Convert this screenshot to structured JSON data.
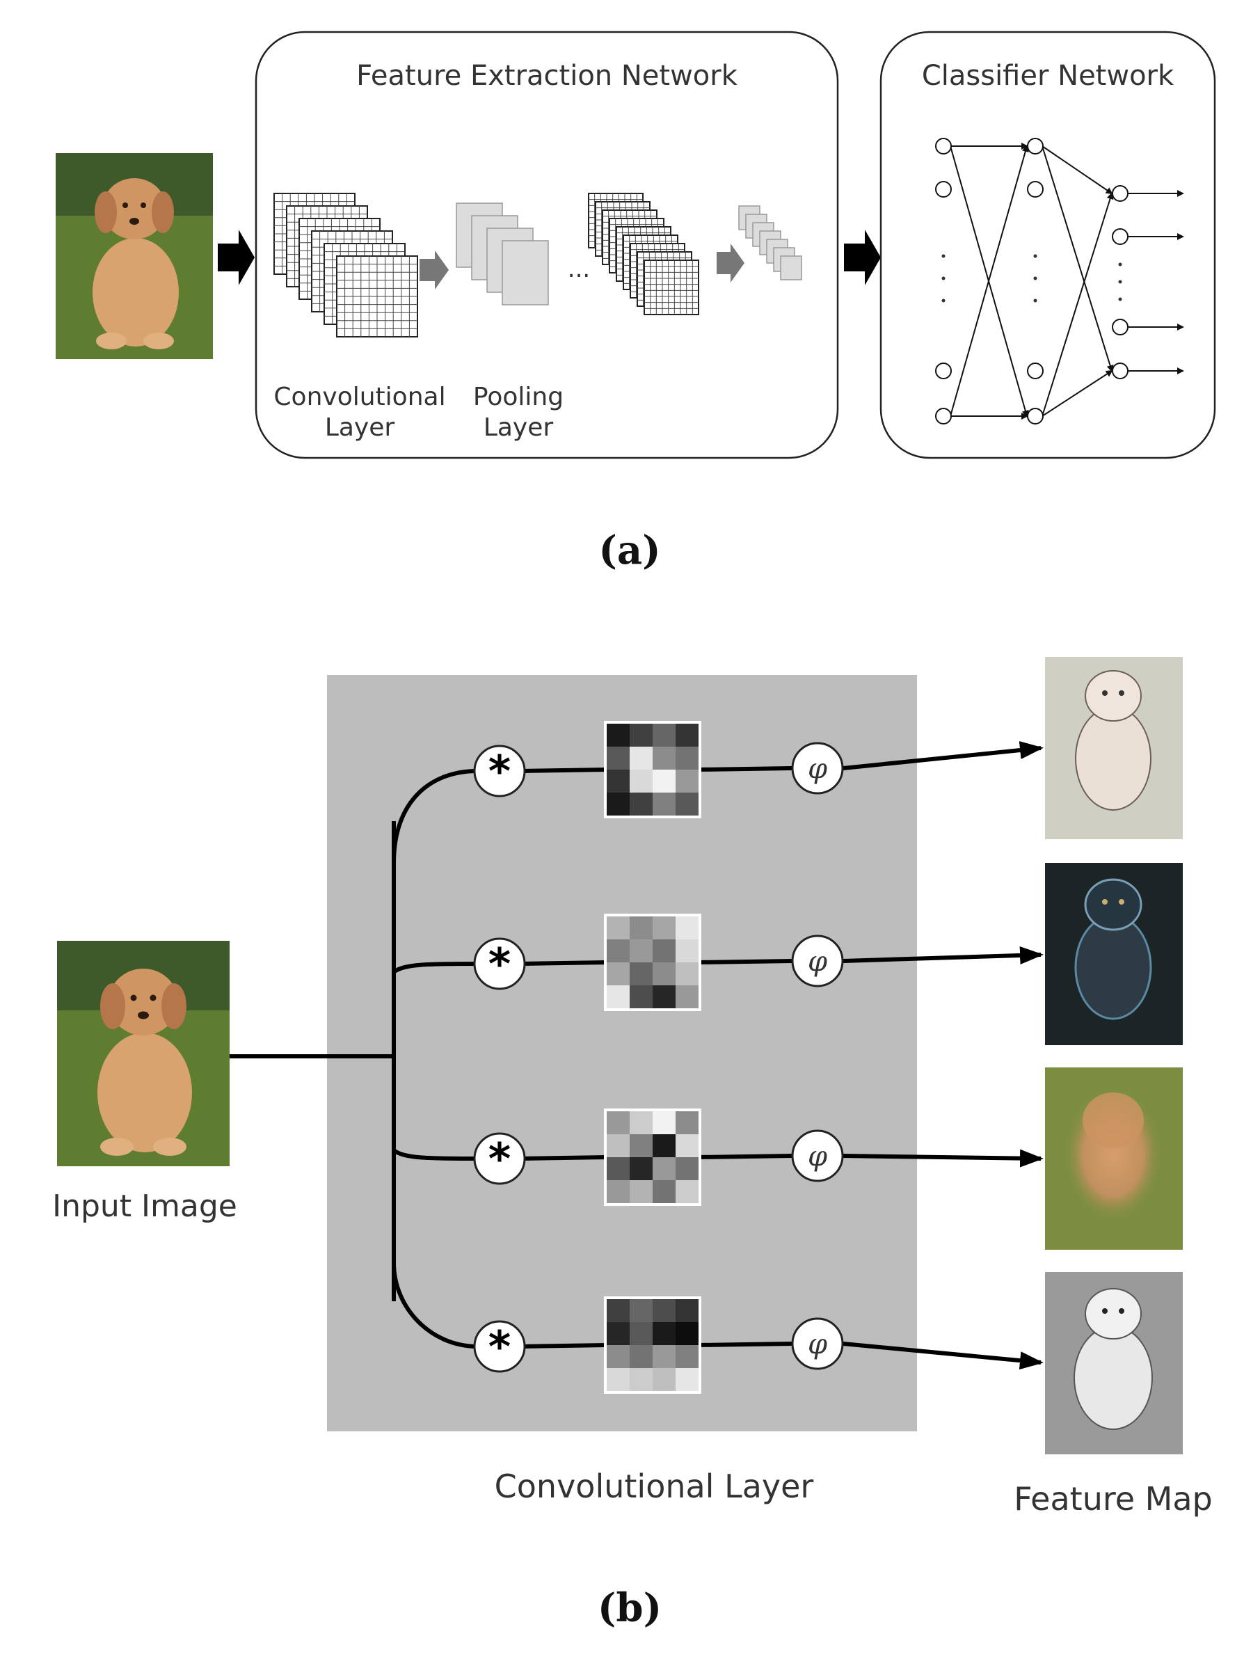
{
  "panel_a": {
    "caption": "(a)",
    "feature_box_title": "Feature Extraction Network",
    "classifier_box_title": "Classifier Network",
    "conv_label_line1": "Convolutional",
    "conv_label_line2": "Layer",
    "pool_label_line1": "Pooling",
    "pool_label_line2": "Layer",
    "ellipsis": "..."
  },
  "panel_b": {
    "caption": "(b)",
    "input_label": "Input Image",
    "conv_layer_label": "Convolutional Layer",
    "feature_map_label": "Feature Map",
    "conv_symbol": "*",
    "activation_symbol": "φ"
  },
  "colors": {
    "layer_panel": "#bdbdbd",
    "pool_gray": "#dcdcdc",
    "arrow_gray": "#777777",
    "grass": "#5d7a2e",
    "puppy": "#d9a06b"
  },
  "kernels": [
    [
      [
        0.1,
        0.25,
        0.4,
        0.2
      ],
      [
        0.35,
        0.9,
        0.55,
        0.45
      ],
      [
        0.2,
        0.85,
        0.95,
        0.6
      ],
      [
        0.1,
        0.25,
        0.5,
        0.35
      ]
    ],
    [
      [
        0.7,
        0.55,
        0.65,
        0.9
      ],
      [
        0.5,
        0.6,
        0.45,
        0.85
      ],
      [
        0.65,
        0.4,
        0.55,
        0.75
      ],
      [
        0.9,
        0.3,
        0.15,
        0.6
      ]
    ],
    [
      [
        0.6,
        0.8,
        0.95,
        0.55
      ],
      [
        0.75,
        0.5,
        0.1,
        0.85
      ],
      [
        0.35,
        0.15,
        0.6,
        0.45
      ],
      [
        0.6,
        0.7,
        0.45,
        0.8
      ]
    ],
    [
      [
        0.25,
        0.4,
        0.3,
        0.2
      ],
      [
        0.15,
        0.35,
        0.1,
        0.05
      ],
      [
        0.55,
        0.45,
        0.6,
        0.5
      ],
      [
        0.85,
        0.8,
        0.75,
        0.9
      ]
    ]
  ]
}
